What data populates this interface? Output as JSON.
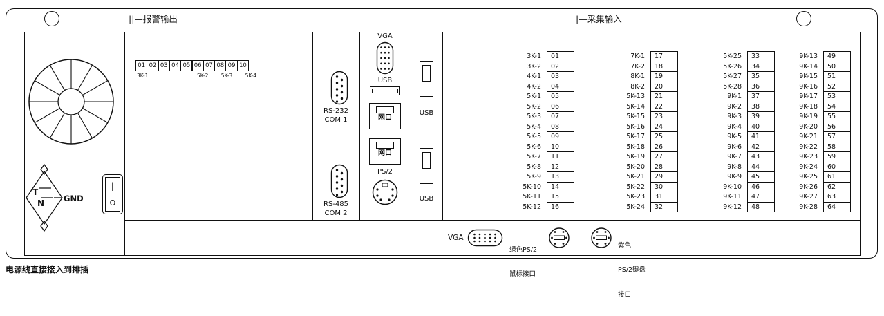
{
  "header": {
    "alarm_section_label": "||—报警输出",
    "input_section_label": "|—采集输入"
  },
  "footer_note": "电源线直接接入到排插",
  "left_panel": {
    "gnd_label": "GND",
    "plug_t": "T",
    "plug_n": "N",
    "switch_on_symbol": "|",
    "switch_off_symbol": "O"
  },
  "com_ports": {
    "rs232_line1": "RS-232",
    "rs232_line2": "COM 1",
    "rs485_line1": "RS-485",
    "rs485_line2": "COM 2"
  },
  "io_column": {
    "vga_label": "VGA",
    "usb_label": "USB",
    "lan_label_1": "网口",
    "lan_label_2": "网口",
    "ps2_label": "PS/2"
  },
  "usb_column": {
    "usb_label_1": "USB",
    "usb_label_2": "USB"
  },
  "alarm_block": {
    "cells": [
      "01",
      "02",
      "03",
      "04",
      "05",
      "06",
      "07",
      "08",
      "09",
      "10"
    ],
    "sub_labels": [
      {
        "text": "3K-1",
        "under_cell": 1
      },
      {
        "text": "5K-2",
        "under_cell": 6
      },
      {
        "text": "5K-3",
        "under_cell": 8
      },
      {
        "text": "5K-4",
        "under_cell": 10
      }
    ]
  },
  "input_groups": [
    {
      "rows": [
        [
          "3K-1",
          "01"
        ],
        [
          "3K-2",
          "02"
        ],
        [
          "4K-1",
          "03"
        ],
        [
          "4K-2",
          "04"
        ],
        [
          "5K-1",
          "05"
        ],
        [
          "5K-2",
          "06"
        ],
        [
          "5K-3",
          "07"
        ],
        [
          "5K-4",
          "08"
        ],
        [
          "5K-5",
          "09"
        ],
        [
          "5K-6",
          "10"
        ],
        [
          "5K-7",
          "11"
        ],
        [
          "5K-8",
          "12"
        ],
        [
          "5K-9",
          "13"
        ],
        [
          "5K-10",
          "14"
        ],
        [
          "5K-11",
          "15"
        ],
        [
          "5K-12",
          "16"
        ]
      ]
    },
    {
      "rows": [
        [
          "7K-1",
          "17"
        ],
        [
          "7K-2",
          "18"
        ],
        [
          "8K-1",
          "19"
        ],
        [
          "8K-2",
          "20"
        ],
        [
          "5K-13",
          "21"
        ],
        [
          "5K-14",
          "22"
        ],
        [
          "5K-15",
          "23"
        ],
        [
          "5K-16",
          "24"
        ],
        [
          "5K-17",
          "25"
        ],
        [
          "5K-18",
          "26"
        ],
        [
          "5K-19",
          "27"
        ],
        [
          "5K-20",
          "28"
        ],
        [
          "5K-21",
          "29"
        ],
        [
          "5K-22",
          "30"
        ],
        [
          "5K-23",
          "31"
        ],
        [
          "5K-24",
          "32"
        ]
      ]
    },
    {
      "rows": [
        [
          "5K-25",
          "33"
        ],
        [
          "5K-26",
          "34"
        ],
        [
          "5K-27",
          "35"
        ],
        [
          "5K-28",
          "36"
        ],
        [
          "9K-1",
          "37"
        ],
        [
          "9K-2",
          "38"
        ],
        [
          "9K-3",
          "39"
        ],
        [
          "9K-4",
          "40"
        ],
        [
          "9K-5",
          "41"
        ],
        [
          "9K-6",
          "42"
        ],
        [
          "9K-7",
          "43"
        ],
        [
          "9K-8",
          "44"
        ],
        [
          "9K-9",
          "45"
        ],
        [
          "9K-10",
          "46"
        ],
        [
          "9K-11",
          "47"
        ],
        [
          "9K-12",
          "48"
        ]
      ]
    },
    {
      "rows": [
        [
          "9K-13",
          "49"
        ],
        [
          "9K-14",
          "50"
        ],
        [
          "9K-15",
          "51"
        ],
        [
          "9K-16",
          "52"
        ],
        [
          "9K-17",
          "53"
        ],
        [
          "9K-18",
          "54"
        ],
        [
          "9K-19",
          "55"
        ],
        [
          "9K-20",
          "56"
        ],
        [
          "9K-21",
          "57"
        ],
        [
          "9K-22",
          "58"
        ],
        [
          "9K-23",
          "59"
        ],
        [
          "9K-24",
          "60"
        ],
        [
          "9K-25",
          "61"
        ],
        [
          "9K-26",
          "62"
        ],
        [
          "9K-27",
          "63"
        ],
        [
          "9K-28",
          "64"
        ]
      ]
    }
  ],
  "bottom_row": {
    "vga_label": "VGA",
    "green_ps2_line1": "绿色PS/2",
    "green_ps2_line2": "鼠标接口",
    "purple_ps2_line1": "紫色",
    "purple_ps2_line2": "PS/2键盘",
    "purple_ps2_line3": "接口"
  }
}
